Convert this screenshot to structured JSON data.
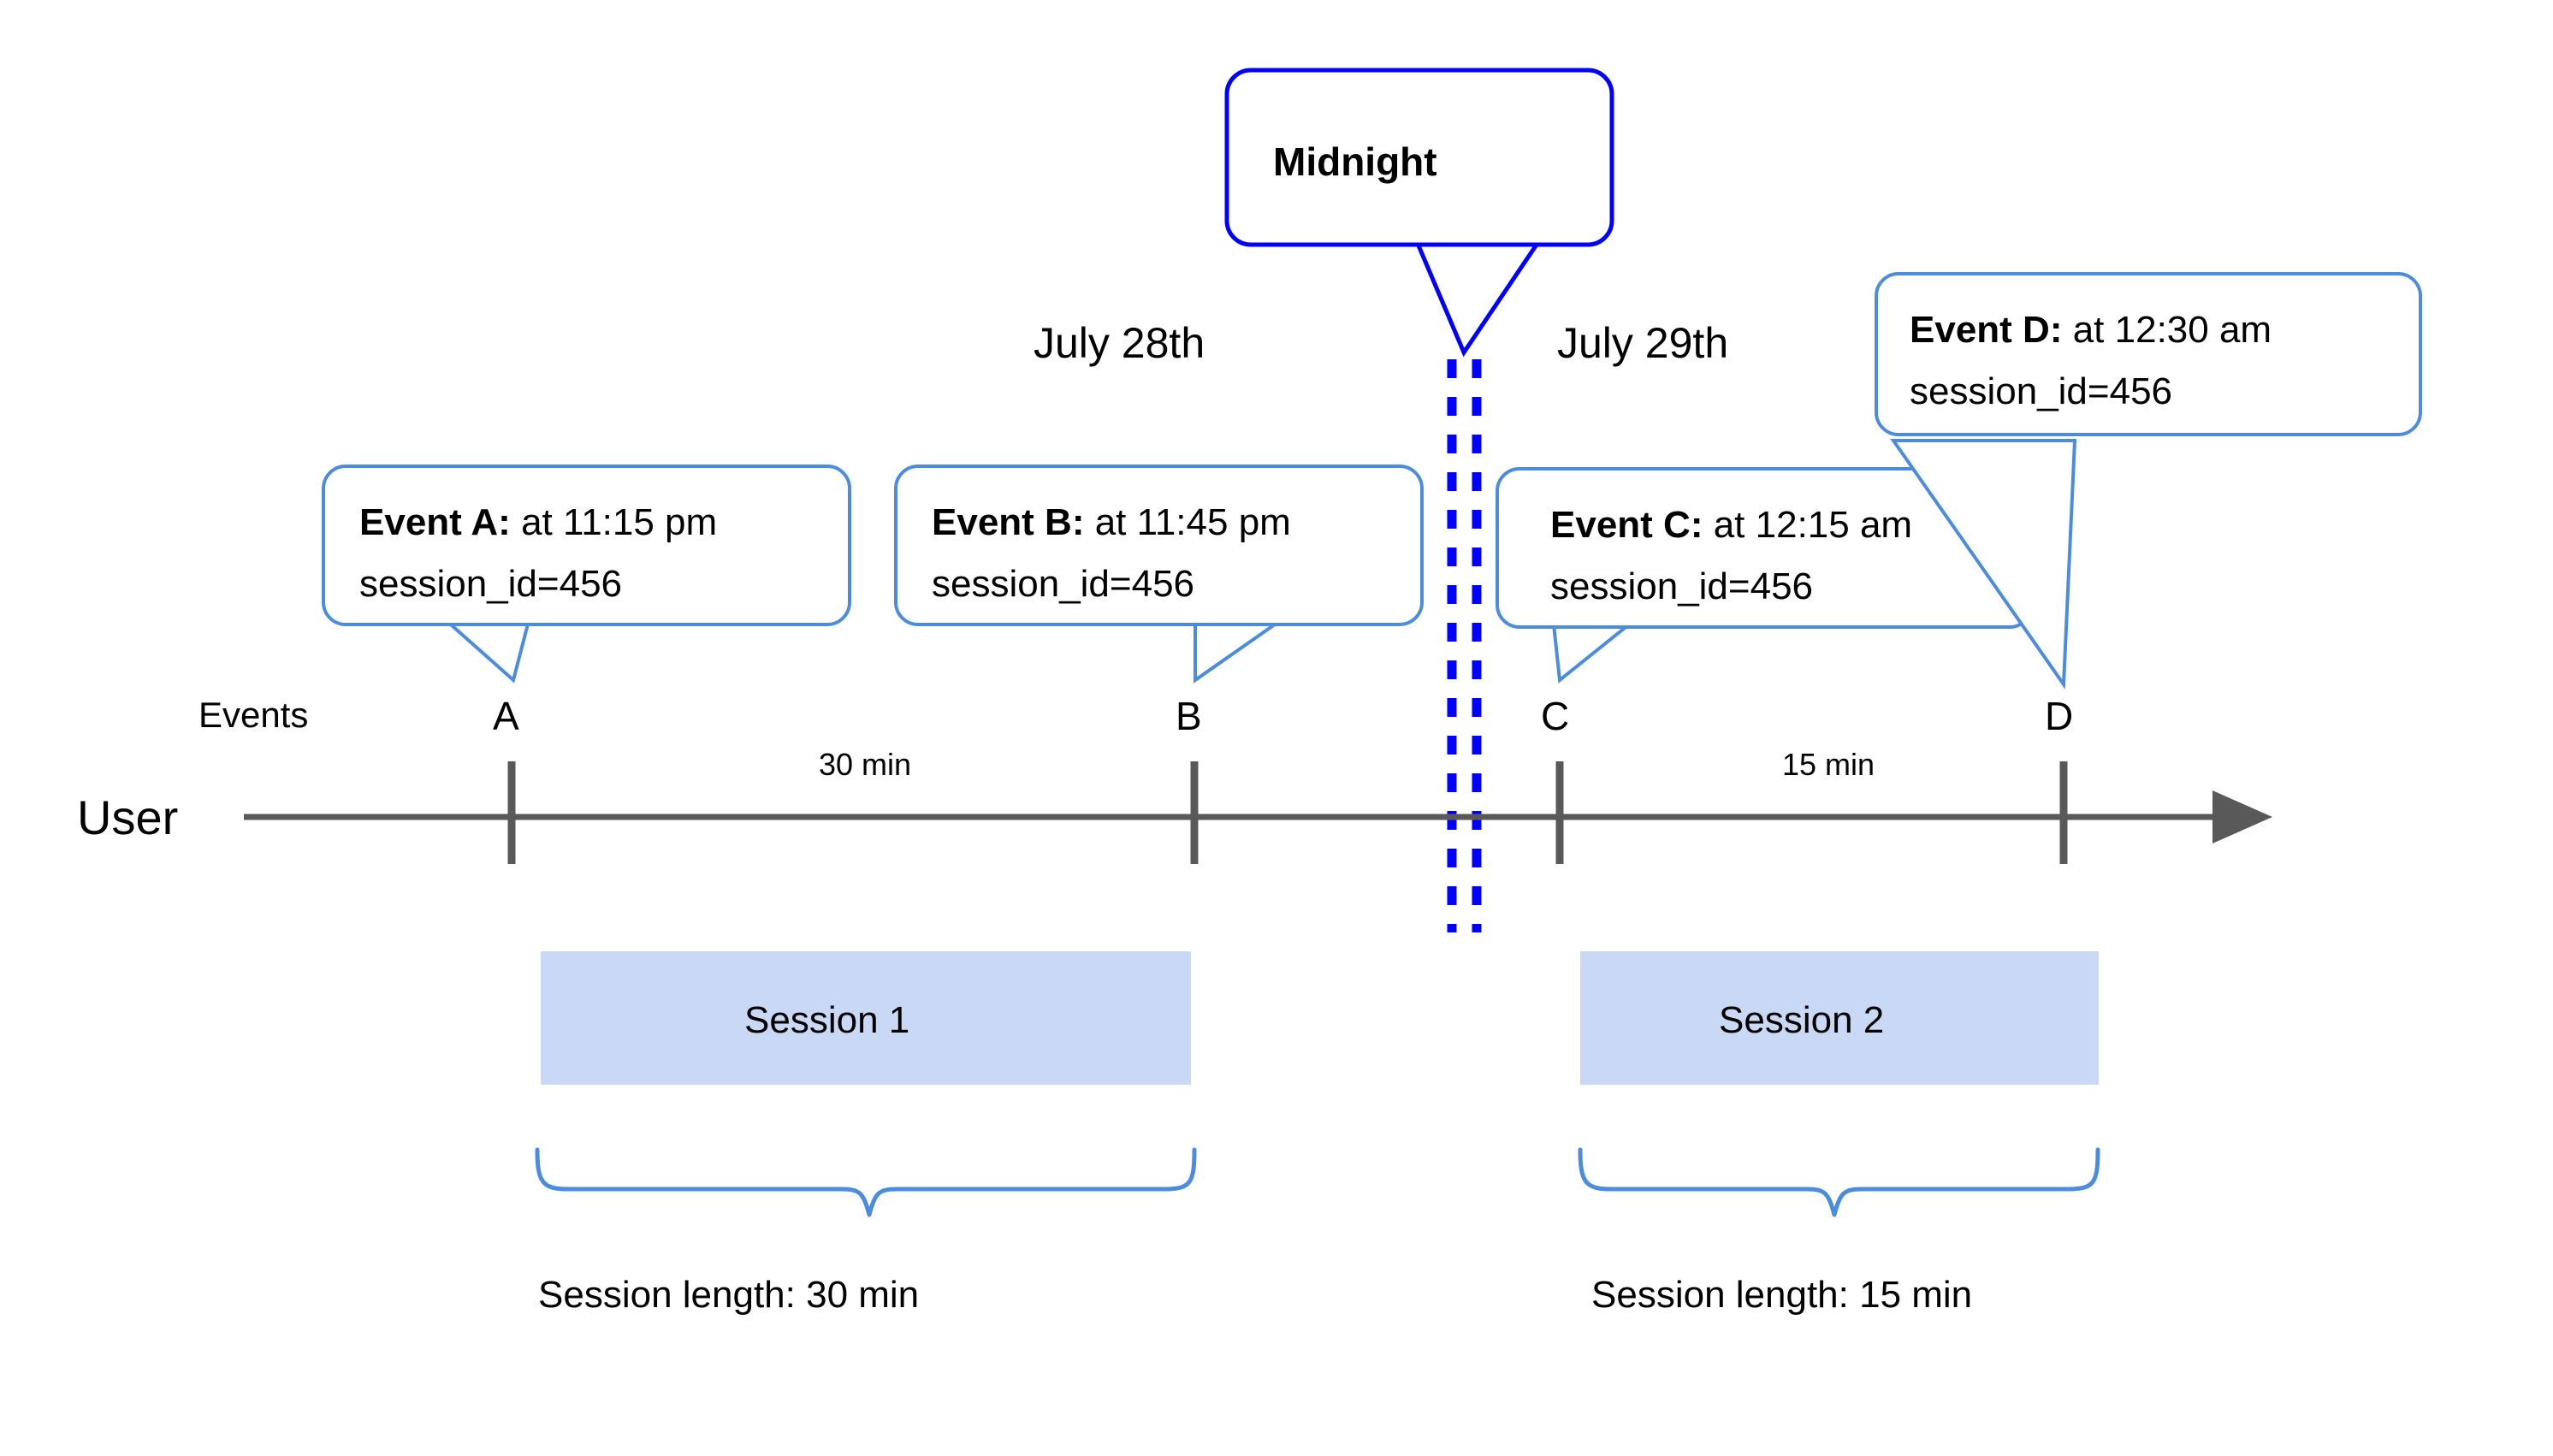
{
  "diagram": {
    "title_hidden": "",
    "colors": {
      "callout_border": "#4b8ddc",
      "midnight_border": "#0000ff",
      "midnight_dash": "#0000ff",
      "axis": "#595959",
      "session_bar": "#c9d9f5",
      "text": "#000000"
    },
    "lane_labels": {
      "user": "User",
      "events": "Events"
    },
    "dates": {
      "left": "July 28th",
      "right": "July 29th"
    },
    "midnight": {
      "label": "Midnight"
    },
    "events": [
      {
        "marker": "A",
        "bold": "Event A:",
        "rest": " at 11:15 pm",
        "line2": "session_id=456"
      },
      {
        "marker": "B",
        "bold": "Event B:",
        "rest": " at 11:45 pm",
        "line2": "session_id=456"
      },
      {
        "marker": "C",
        "bold": "Event C:",
        "rest": " at 12:15 am",
        "line2": "session_id=456"
      },
      {
        "marker": "D",
        "bold": "Event D:",
        "rest": " at 12:30 am",
        "line2": "session_id=456"
      }
    ],
    "durations": [
      {
        "label": "30 min"
      },
      {
        "label": "15 min"
      }
    ],
    "sessions": [
      {
        "bar_label": "Session 1",
        "length_label": "Session length: 30 min"
      },
      {
        "bar_label": "Session 2",
        "length_label": "Session length: 15 min"
      }
    ]
  }
}
